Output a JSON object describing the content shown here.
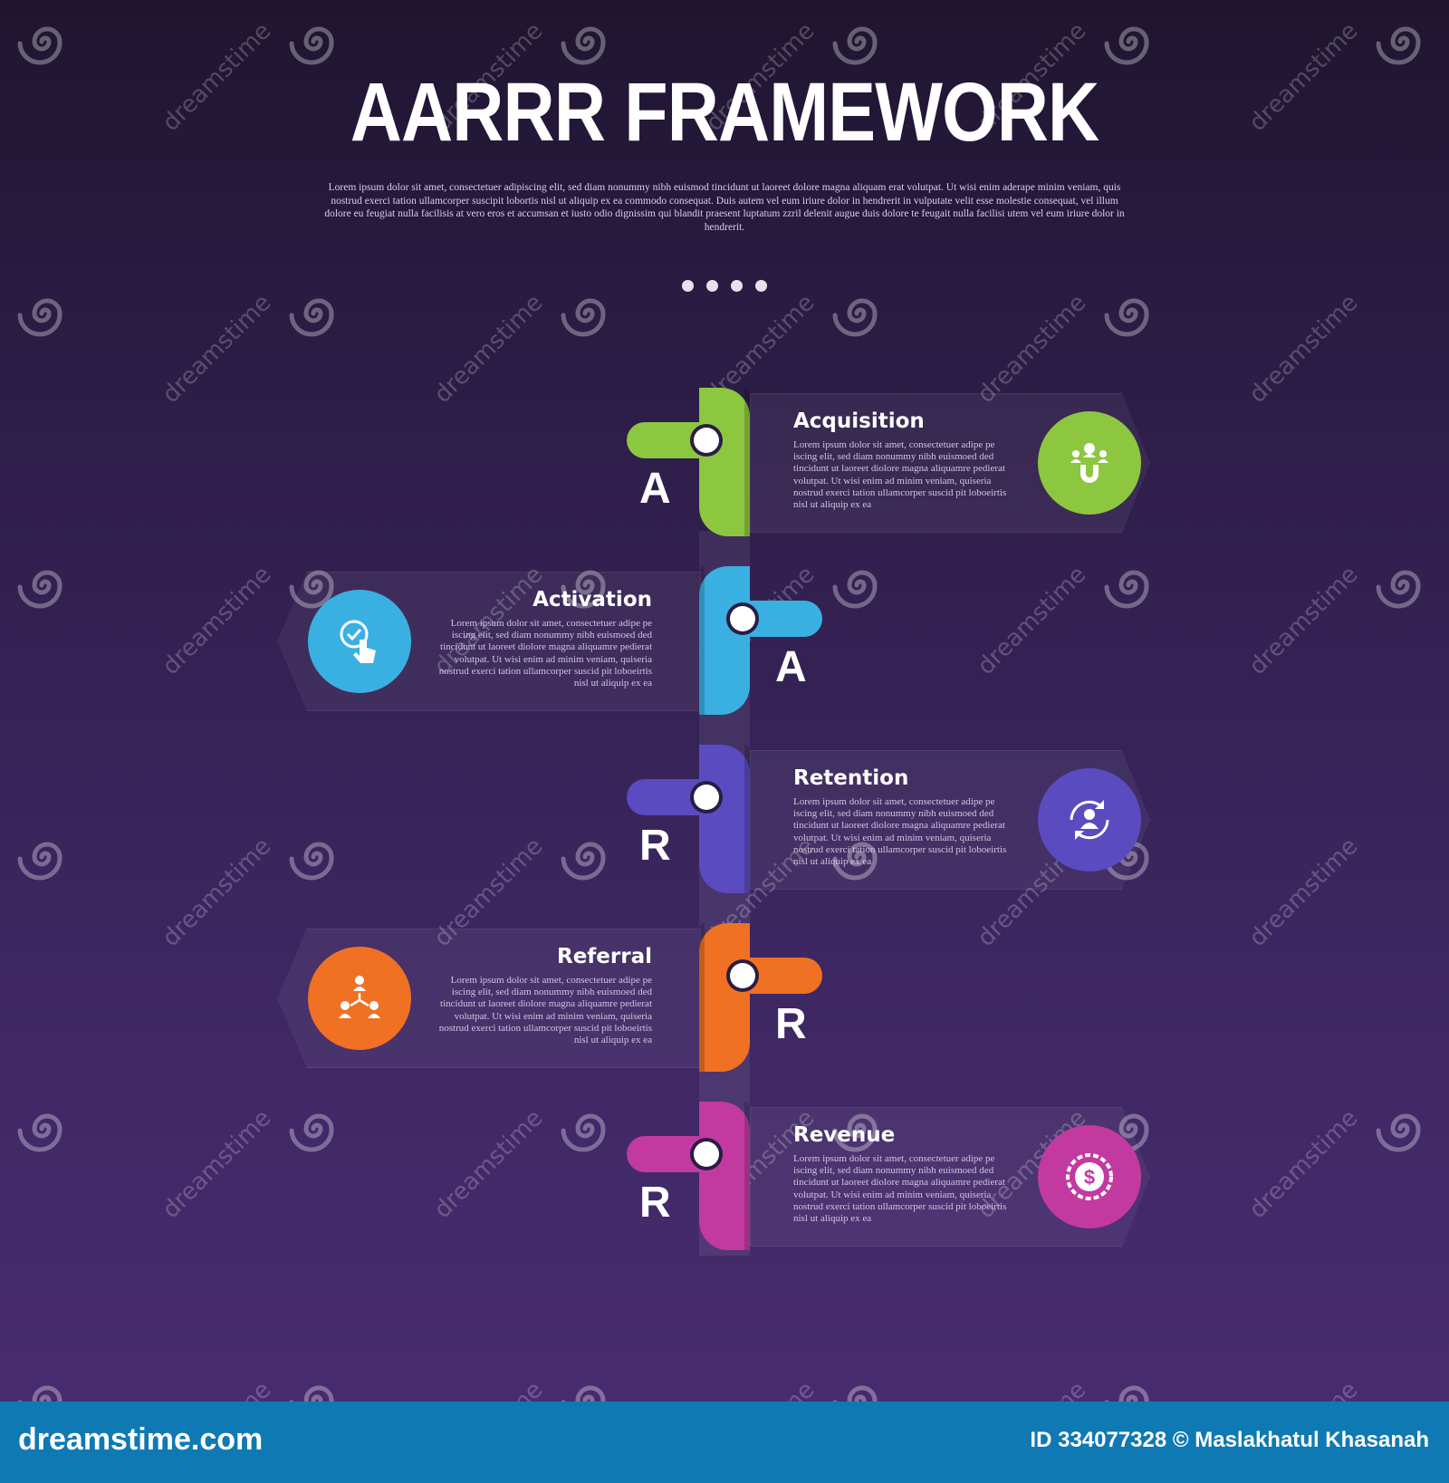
{
  "header": {
    "title": "AARRR FRAMEWORK",
    "description": "Lorem ipsum dolor sit amet, consectetuer adipiscing elit, sed diam nonummy nibh euismod tincidunt ut laoreet dolore magna aliquam erat volutpat. Ut wisi enim aderape minim veniam, quis nostrud exerci tation ullamcorper suscipit lobortis nisl ut aliquip ex ea commodo consequat. Duis autem vel eum iriure dolor in hendrerit in vulputate velit esse molestie consequat, vel illum dolore eu feugiat nulla facilisis at vero eros et accumsan et iusto odio dignissim qui blandit praesent luptatum zzril delenit augue duis dolore te feugait nulla facilisi utem vel eum iriure dolor in hendrerit."
  },
  "stages": [
    {
      "letter": "A",
      "title": "Acquisition",
      "body": "Lorem ipsum dolor sit amet, consectetuer adipe pe iscing elit, sed diam nonummy nibh euismoed ded tincidunt ut laoreet diolore magna aliquamre pedierat volutpat. Ut wisi enim ad minim veniam, quiseria nostrud exerci tation ullamcorper suscid pit loboeirtis nisl ut aliquip ex ea",
      "color": "#8dc63f",
      "icon": "magnet-users-icon"
    },
    {
      "letter": "A",
      "title": "Activation",
      "body": "Lorem ipsum dolor sit amet, consectetuer adipe pe iscing elit, sed diam nonummy nibh euismoed ded tincidunt ut laoreet diolore magna aliquamre pedierat volutpat. Ut wisi enim ad minim veniam, quiseria nostrud exerci tation ullamcorper suscid pit loboeirtis nisl ut aliquip ex ea",
      "color": "#3ab0e2",
      "icon": "hand-click-check-icon"
    },
    {
      "letter": "R",
      "title": "Retention",
      "body": "Lorem ipsum dolor sit amet, consectetuer adipe pe iscing elit, sed diam nonummy nibh euismoed ded tincidunt ut laoreet diolore magna aliquamre pedierat volutpat. Ut wisi enim ad minim veniam, quiseria nostrud exerci tation ullamcorper suscid pit loboeirtis nisl ut aliquip ex ea",
      "color": "#5a4bc0",
      "icon": "user-cycle-icon"
    },
    {
      "letter": "R",
      "title": "Referral",
      "body": "Lorem ipsum dolor sit amet, consectetuer adipe pe iscing elit, sed diam nonummy nibh euismoed ded tincidunt ut laoreet diolore magna aliquamre pedierat volutpat. Ut wisi enim ad minim veniam, quiseria nostrud exerci tation ullamcorper suscid pit loboeirtis nisl ut aliquip ex ea",
      "color": "#f07124",
      "icon": "user-network-icon"
    },
    {
      "letter": "R",
      "title": "Revenue",
      "body": "Lorem ipsum dolor sit amet, consectetuer adipe pe iscing elit, sed diam nonummy nibh euismoed ded tincidunt ut laoreet diolore magna aliquamre pedierat volutpat. Ut wisi enim ad minim veniam, quiseria nostrud exerci tation ullamcorper suscid pit loboeirtis nisl ut aliquip ex ea",
      "color": "#c23aa0",
      "icon": "dollar-coin-icon"
    }
  ],
  "watermark": {
    "text": "dreamstime"
  },
  "footer": {
    "logo": "dreamstime.com",
    "credit": "ID 334077328 © Maslakhatul Khasanah"
  }
}
